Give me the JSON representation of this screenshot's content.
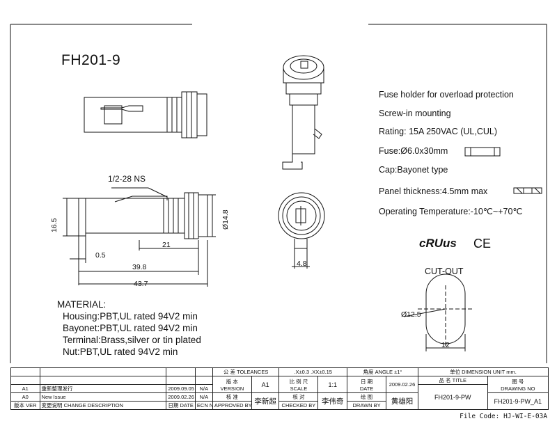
{
  "model": "FH201-9",
  "specs": [
    "Fuse holder for overload protection",
    "Screw-in mounting",
    "Rating: 15A 250VAC (UL,CUL)",
    "Fuse:Ø6.0x30mm",
    "Cap:Bayonet type",
    "Panel thickness:4.5mm max",
    "Operating Temperature:-10℃~+70℃"
  ],
  "cert": {
    "ul": "cRUus",
    "ce": "CE"
  },
  "cutout": {
    "label": "CUT-OUT",
    "diameter": "Ø12.5",
    "width": "12"
  },
  "dims": {
    "thread": "1/2-28 NS",
    "d_body": "Ø14.8",
    "h": "16.5",
    "len21": "21",
    "len05": "0.5",
    "len398": "39.8",
    "len437": "43.7",
    "w48": "4.8"
  },
  "material": {
    "title": "MATERIAL:",
    "lines": [
      "Housing:PBT,UL rated 94V2 min",
      "Bayonet:PBT,UL rated 94V2 min",
      "Terminal:Brass,silver or tin plated",
      "Nut:PBT,UL rated 94V2 min"
    ]
  },
  "titleblock": {
    "tol_cn": "公 差 TOLEANCES",
    "tol1": ".X±0.3 .XX±0.15",
    "angle": "角度 ANGLE ±1°",
    "unit": "单位 DIMENSION UNIT mm.",
    "ver_cn": "版 本",
    "ver_en": "VERSION",
    "ver": "A1",
    "scale_cn": "比 例 尺",
    "scale_en": "SCALE",
    "scale": "1:1",
    "date_cn": "日 期",
    "date_en": "DATE",
    "date": "2009.02.26",
    "name_cn": "品 名",
    "name_en": "TITLE",
    "drawno_cn": "图 号",
    "drawno_en": "DRAWING NO",
    "title": "FH201-9-PW",
    "drawing_no": "FH201-9-PW_A1",
    "appr_cn": "核 准",
    "appr_en": "APPROVED BY",
    "appr": "李新超",
    "chk_cn": "核 对",
    "chk_en": "CHECKED BY",
    "chk": "李伟奇",
    "drawn_cn": "绘 图",
    "drawn_en": "DRAWN BY",
    "drawn": "黄雄阳",
    "rev_hdr": {
      "ver": "版本 VER",
      "desc": "变更说明 CHANGE DESCRIPTION",
      "date": "日期 DATE",
      "ecn": "ECN NO"
    },
    "revisions": [
      {
        "ver": "A1",
        "desc": "重新整理发行",
        "date": "2009.09.05",
        "ecn": "N/A"
      },
      {
        "ver": "A0",
        "desc": "New Issue",
        "date": "2009.02.26",
        "ecn": "N/A"
      }
    ]
  },
  "file_code": "File Code: HJ-WI-E-03A"
}
